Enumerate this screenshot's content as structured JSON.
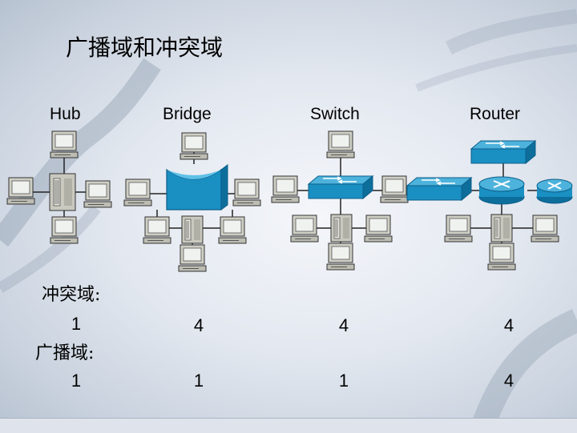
{
  "title": "广播域和冲突域",
  "devices": [
    {
      "key": "hub",
      "label": "Hub",
      "collision_domains": "1",
      "broadcast_domains": "1"
    },
    {
      "key": "bridge",
      "label": "Bridge",
      "collision_domains": "4",
      "broadcast_domains": "1"
    },
    {
      "key": "switch",
      "label": "Switch",
      "collision_domains": "4",
      "broadcast_domains": "1"
    },
    {
      "key": "router",
      "label": "Router",
      "collision_domains": "4",
      "broadcast_domains": "4"
    }
  ],
  "row_labels": {
    "collision": "冲突域:",
    "broadcast": "广播域:"
  },
  "colors": {
    "device_blue": "#1a8fc2",
    "device_dark": "#0d5f8a",
    "host_body": "#c8c8c0",
    "host_screen": "#e8ece8",
    "line": "#222222"
  },
  "icons": [
    "pc-icon",
    "hub-icon",
    "bridge-icon",
    "switch-icon",
    "router-icon"
  ]
}
